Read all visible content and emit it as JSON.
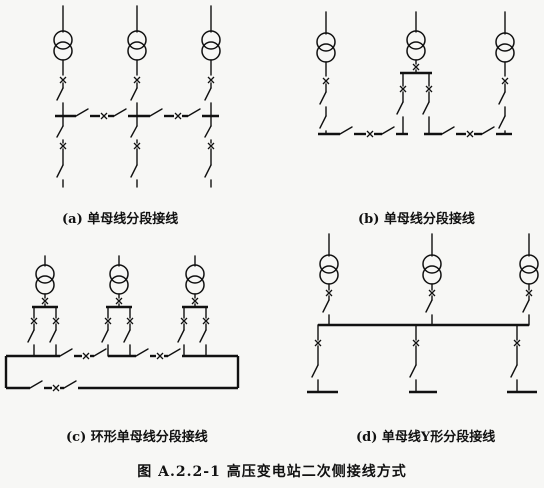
{
  "figure_title": "图 A.2.2-1 高压变电站二次侧接线方式",
  "panels": {
    "a": {
      "caption": "(a) 单母线分段接线"
    },
    "b": {
      "caption": "(b) 单母线分段接线"
    },
    "c": {
      "caption": "(c) 环形单母线分段接线"
    },
    "d": {
      "caption": "(d) 单母线Y形分段接线"
    }
  }
}
